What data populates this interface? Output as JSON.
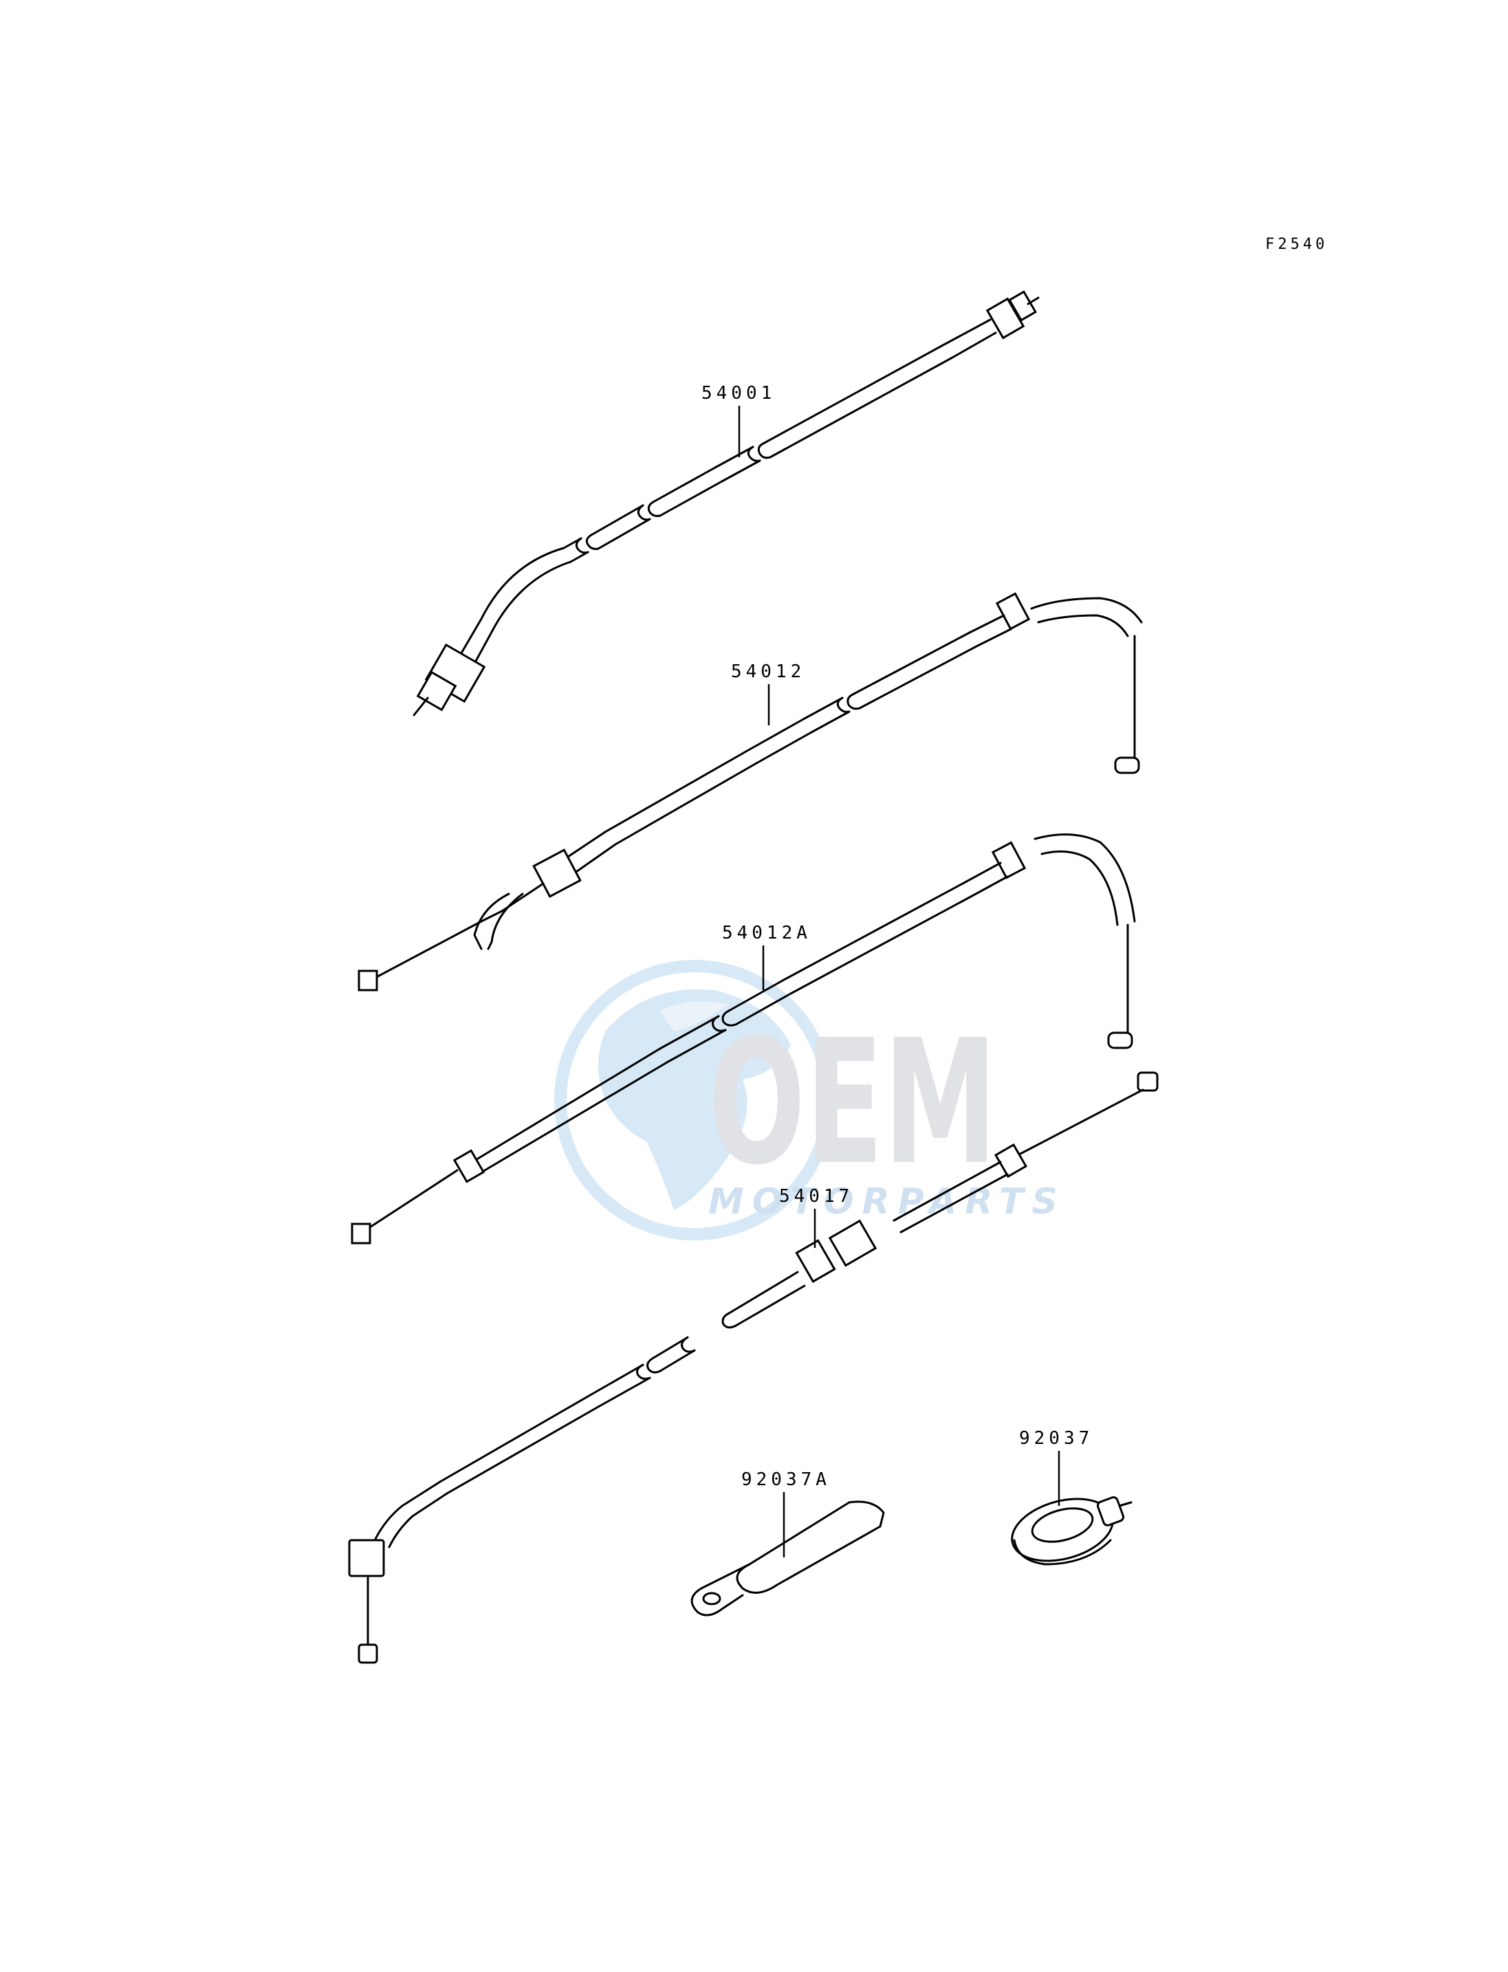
{
  "figure_code": "F2540",
  "parts": [
    {
      "number": "54001"
    },
    {
      "number": "54012"
    },
    {
      "number": "54012A"
    },
    {
      "number": "54017"
    },
    {
      "number": "92037A"
    },
    {
      "number": "92037"
    }
  ],
  "watermark": {
    "logo_text": "OEM",
    "tagline": "MOTORPARTS",
    "icon": "globe-icon",
    "colors": {
      "globe": "#b8d8f0",
      "letters": "#c8ccd0",
      "tagline": "#a8c8e4"
    }
  }
}
